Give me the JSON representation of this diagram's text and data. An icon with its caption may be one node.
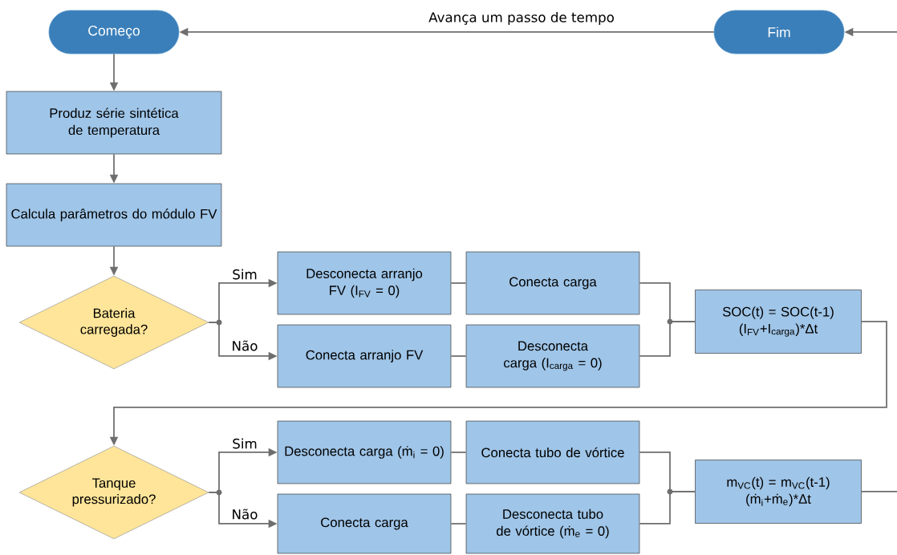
{
  "diagram": {
    "nodes": [
      {
        "text": [
          "Começo"
        ]
      },
      {
        "text": [
          "Fim"
        ]
      },
      {
        "text": [
          "Produz série sintética de temperatura"
        ]
      },
      {
        "text": [
          "Calcula parâmetros do módulo FV"
        ]
      },
      {
        "text": [
          "Bateria carregada?"
        ]
      },
      {
        "text": [
          "Desconecta arranjo FV (I$_{FV}$ = 0)"
        ]
      },
      {
        "text": [
          "Conecta carga"
        ]
      },
      {
        "text": [
          "Conecta arranjo FV"
        ]
      },
      {
        "text": [
          "Desconecta carga (I$_{carga}$ = 0)"
        ]
      },
      {
        "text": [
          "SOC(t) = SOC(t-1)",
          "(I$_{FV}$+I$_{carga}$)*Δt"
        ]
      },
      {
        "text": [
          "Tanque pressurizado?"
        ]
      },
      {
        "text": [
          "Desconecta carga (ṁ$_{i}$ = 0)"
        ]
      },
      {
        "text": [
          "Conecta tubo de vórtice"
        ]
      },
      {
        "text": [
          "Conecta carga"
        ]
      },
      {
        "text": [
          "Desconecta tubo de vórtice (ṁ$_{e}$ = 0)"
        ]
      },
      {
        "text": [
          "m$_{VC}$(t) = m$_{VC}$(t-1)",
          "(ṁ$_{i}$+ṁ$_{e}$)*Δt"
        ]
      }
    ],
    "edges": [
      {
        "from": 1,
        "to": 0,
        "arrow": "to",
        "label": "Avança um passo de tempo"
      },
      {
        "from": null,
        "to": 1,
        "arrow": "to"
      },
      {
        "from": 0,
        "to": 2,
        "arrow": "to"
      },
      {
        "from": 2,
        "to": 3,
        "arrow": "to"
      },
      {
        "from": 3,
        "to": 4,
        "arrow": "to"
      },
      {
        "from": 4,
        "to": 5,
        "arrow": "to",
        "label": "Sim"
      },
      {
        "from": 4,
        "to": 7,
        "arrow": "to",
        "label": "Não"
      },
      {
        "from": 5,
        "to": 6,
        "arrow": "none"
      },
      {
        "from": 7,
        "to": 8,
        "arrow": "none"
      },
      {
        "from": 6,
        "to": 9,
        "arrow": "none"
      },
      {
        "from": 8,
        "to": 9,
        "arrow": "none"
      },
      {
        "from": 9,
        "to": 10,
        "arrow": "to"
      },
      {
        "from": 10,
        "to": 11,
        "arrow": "to",
        "label": "Sim"
      },
      {
        "from": 10,
        "to": 13,
        "arrow": "to",
        "label": "Não"
      },
      {
        "from": 11,
        "to": 12,
        "arrow": "none"
      },
      {
        "from": 13,
        "to": 14,
        "arrow": "none"
      },
      {
        "from": 12,
        "to": 15,
        "arrow": "none"
      },
      {
        "from": 14,
        "to": 15,
        "arrow": "none"
      },
      {
        "from": 15,
        "to": null,
        "arrow": "none"
      }
    ]
  }
}
